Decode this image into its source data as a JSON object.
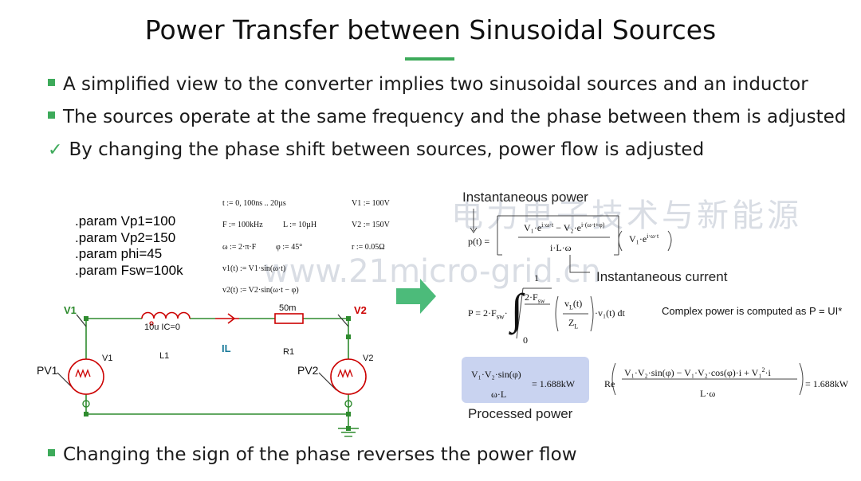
{
  "slide": {
    "title": "Power Transfer between Sinusoidal Sources",
    "accent_color": "#3daa5a",
    "bullets": [
      "A simplified view to the converter implies two sinusoidal sources and an inductor",
      "The sources operate at the same frequency and the phase between them is adjusted",
      "By changing the phase shift between sources, power flow is adjusted"
    ],
    "footer_bullet": "Changing the sign of the phase reverses the power flow",
    "watermarks": [
      "电力电子技术与新能源",
      "www.21micro-grid.cn"
    ]
  },
  "params": [
    ".param Vp1=100",
    ".param Vp2=150",
    ".param phi=45",
    ".param Fsw=100k"
  ],
  "mathcad": {
    "t": "t := 0, 100ns .. 20µs",
    "F": "F := 100kHz",
    "L": "L := 10µH",
    "omega": "ω := 2·π·F",
    "phi": "φ := 45°",
    "V1": "V1 := 100V",
    "V2": "V2 := 150V",
    "r": "r := 0.05Ω",
    "v1": "v1(t) := V1·sin(ω·t)",
    "v2": "v2(t) := V2·sin(ω·t − φ)"
  },
  "circuit": {
    "node_v1": "V1",
    "node_v2": "V2",
    "inductor_value": "10u IC=0",
    "inductor_name": "L1",
    "resistor_value": "50m",
    "resistor_name": "R1",
    "current_probe": "IL",
    "source1_name": "V1",
    "source2_name": "V2",
    "probe1": "PV1",
    "probe2": "PV2",
    "wire_color": "#2e8b2e",
    "label_color": "#cc0000"
  },
  "annotations": {
    "instantaneous_power": "Instantaneous power",
    "instantaneous_current": "Instantaneous current",
    "complex_power": "Complex power is computed as P = UI*",
    "processed_power": "Processed power"
  },
  "equations": {
    "p_of_t": "p(t) =",
    "p_avg": "P = 2·F",
    "result_1": "= 1.688kW",
    "result_2": "= 1.688kW"
  }
}
